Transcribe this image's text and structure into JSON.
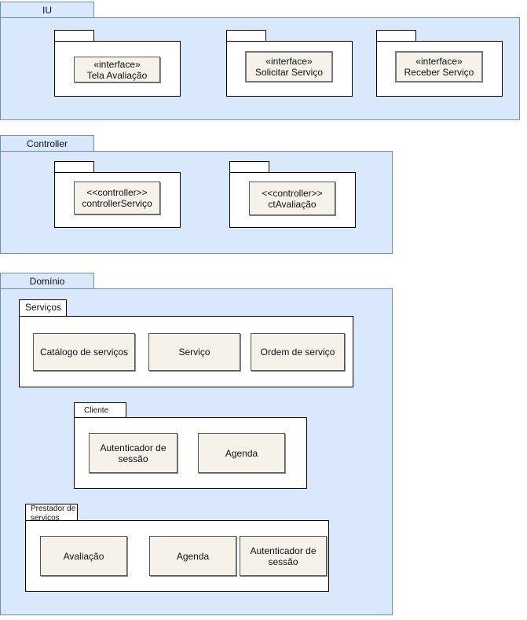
{
  "packages": {
    "iu": {
      "label": "IU",
      "boxes": [
        {
          "stereotype": "«interface»",
          "name": "Tela Avaliação"
        },
        {
          "stereotype": "«interface»",
          "name": "Solicitar Serviço"
        },
        {
          "stereotype": "«interface»",
          "name": "Receber Serviço"
        }
      ]
    },
    "controller": {
      "label": "Controller",
      "boxes": [
        {
          "stereotype": "<<controller>>",
          "name": "controllerServiço"
        },
        {
          "stereotype": "<<controller>>",
          "name": "ctAvaliação"
        }
      ]
    },
    "dominio": {
      "label": "Domínio",
      "servicos": {
        "label": "Serviços",
        "items": [
          "Catálogo de serviços",
          "Serviço",
          "Ordem de serviço"
        ]
      },
      "cliente": {
        "label": "Cliente",
        "items": [
          "Autenticador de sessão",
          "Agenda"
        ]
      },
      "prestador": {
        "label": "Prestador de serviços",
        "items": [
          "Avaliação",
          "Agenda",
          "Autenticador de sessão"
        ]
      }
    }
  },
  "colors": {
    "package_fill": "#dae8fc",
    "package_border": "#6c8ebf",
    "class_fill": "#f5f2ea"
  }
}
